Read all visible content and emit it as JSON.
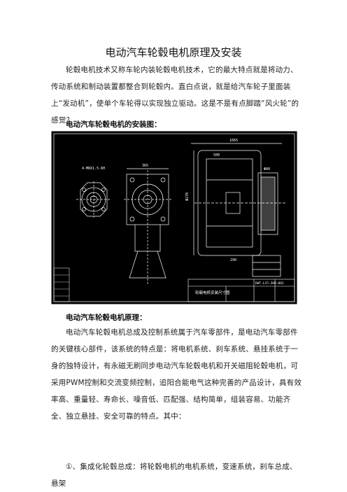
{
  "title": "电动汽车轮毂电机原理及安装",
  "intro": "轮毂电机技术又称车轮内装轮毂电机技术，它的最大特点就是将动力、传动系统和制动装置都整合到轮毂内。直白点说，就是给汽车轮子里面装上“发动机”，使单个车轮得以实现独立驱动。这是不是有点脚踏“风火轮”的感觉？",
  "heading_install": "电动汽车轮毂电机的安装图：",
  "drawing": {
    "title_block": "轮毂电机安装尺寸图",
    "code": "DWT-L15-ZHB-001",
    "dim_top": "1665",
    "dim_a": "500",
    "dim_b": "290",
    "dim_c": "365",
    "dim_d": "4-M8X1.5-6H",
    "dim_e": "Φ270",
    "dim_f": "Φ80"
  },
  "heading_principle": "电动汽车轮毂电机原理：",
  "principle": "电动汽车轮毂电机总成及控制系统属于汽车零部件，是电动汽车零部件的关键核心部件，该系统的特点是：将电机系统、刹车系统、悬挂系统于一身的独特设计，有永磁无刷同步电动汽车轮毂电机和开关磁阻轮毂电机，可采用PWM控制和交流变频控制，追阳合能电气这种完善的产品设计，具有效率高、重量轻、寿命长、噪音低、匹配强、结构简单，组装容易、功能齐全、独立悬挂、安全可靠的特点。其中：",
  "item1": "①、集成化轮毂总成：将轮毂电机的电机系统，变速系统，刹车总成、悬架"
}
